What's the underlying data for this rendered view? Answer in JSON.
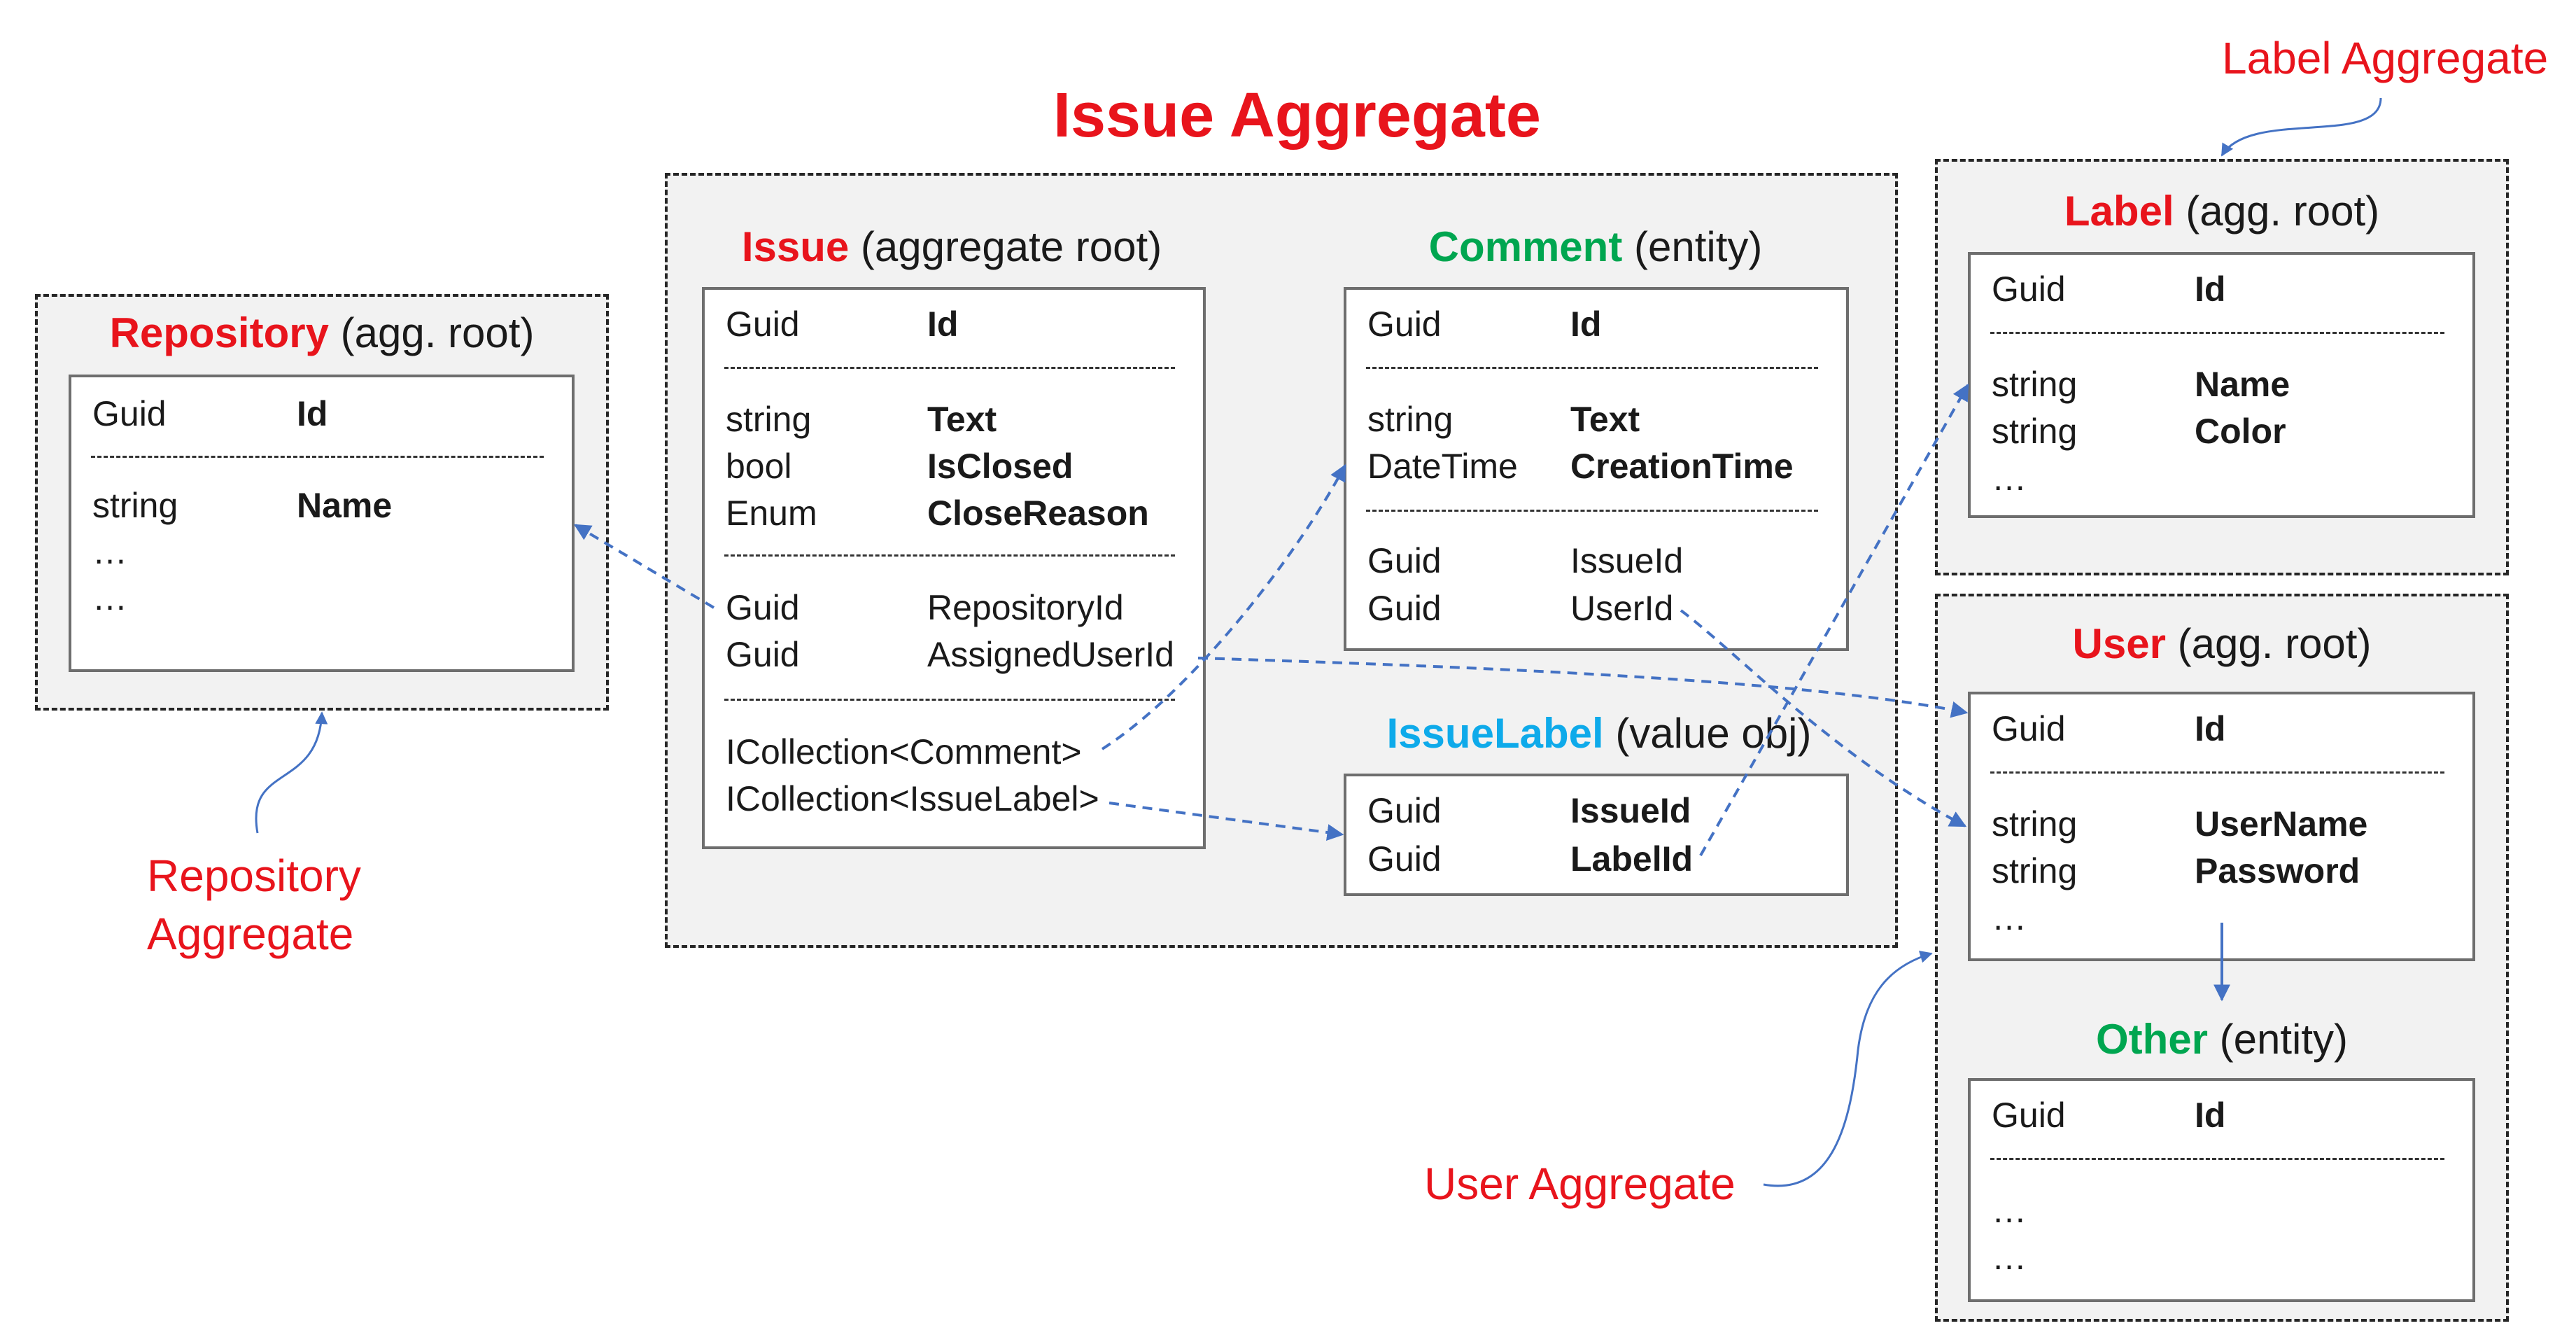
{
  "main_title": "Issue Aggregate",
  "callouts": {
    "label_aggregate": "Label Aggregate",
    "repository_aggregate": "Repository\nAggregate",
    "user_aggregate": "User Aggregate"
  },
  "entities": {
    "repository": {
      "name": "Repository",
      "kind": "(agg. root)",
      "rows": [
        {
          "type": "Guid",
          "name": "Id",
          "bold": true
        },
        {
          "type": "string",
          "name": "Name",
          "bold": true
        },
        {
          "type": "…",
          "name": ""
        },
        {
          "type": "…",
          "name": ""
        }
      ]
    },
    "issue": {
      "name": "Issue",
      "kind": "(aggregate root)",
      "rows": [
        {
          "type": "Guid",
          "name": "Id",
          "bold": true
        },
        {
          "type": "string",
          "name": "Text",
          "bold": true
        },
        {
          "type": "bool",
          "name": "IsClosed",
          "bold": true
        },
        {
          "type": "Enum",
          "name": "CloseReason",
          "bold": true
        },
        {
          "type": "Guid",
          "name": "RepositoryId",
          "bold": false
        },
        {
          "type": "Guid",
          "name": "AssignedUserId",
          "bold": false
        },
        {
          "type": "ICollection<Comment>",
          "name": ""
        },
        {
          "type": "ICollection<IssueLabel>",
          "name": ""
        }
      ]
    },
    "comment": {
      "name": "Comment",
      "kind": "(entity)",
      "rows": [
        {
          "type": "Guid",
          "name": "Id",
          "bold": true
        },
        {
          "type": "string",
          "name": "Text",
          "bold": true
        },
        {
          "type": "DateTime",
          "name": "CreationTime",
          "bold": true
        },
        {
          "type": "Guid",
          "name": "IssueId",
          "bold": false
        },
        {
          "type": "Guid",
          "name": "UserId",
          "bold": false
        }
      ]
    },
    "issuelabel": {
      "name": "IssueLabel",
      "kind": "(value obj)",
      "rows": [
        {
          "type": "Guid",
          "name": "IssueId",
          "bold": true
        },
        {
          "type": "Guid",
          "name": "LabelId",
          "bold": true
        }
      ]
    },
    "label": {
      "name": "Label",
      "kind": "(agg. root)",
      "rows": [
        {
          "type": "Guid",
          "name": "Id",
          "bold": true
        },
        {
          "type": "string",
          "name": "Name",
          "bold": true
        },
        {
          "type": "string",
          "name": "Color",
          "bold": true
        },
        {
          "type": "…",
          "name": ""
        }
      ]
    },
    "user": {
      "name": "User",
      "kind": "(agg. root)",
      "rows": [
        {
          "type": "Guid",
          "name": "Id",
          "bold": true
        },
        {
          "type": "string",
          "name": "UserName",
          "bold": true
        },
        {
          "type": "string",
          "name": "Password",
          "bold": true
        },
        {
          "type": "…",
          "name": ""
        }
      ]
    },
    "other": {
      "name": "Other",
      "kind": "(entity)",
      "rows": [
        {
          "type": "Guid",
          "name": "Id",
          "bold": true
        },
        {
          "type": "…",
          "name": ""
        },
        {
          "type": "…",
          "name": ""
        }
      ]
    }
  },
  "colors": {
    "aggregate_title": "#e8141c",
    "entity_title": "#00a650",
    "value_object_title": "#0eaaea",
    "arrow": "#4472c4"
  }
}
